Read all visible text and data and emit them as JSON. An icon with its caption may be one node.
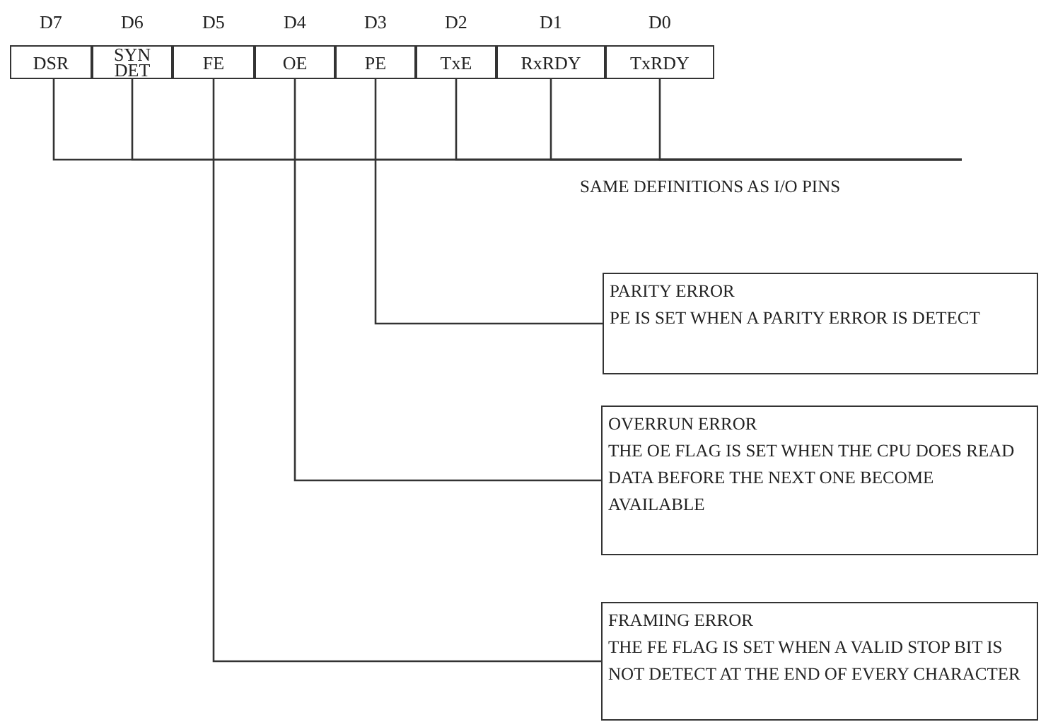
{
  "diagram": {
    "nodes": [
      {
        "text": [
          "DSR"
        ],
        "beside": [
          "D7"
        ]
      },
      {
        "text": [
          "SYN DET"
        ],
        "beside": [
          "D6"
        ]
      },
      {
        "text": [
          "FE"
        ],
        "beside": [
          "D5"
        ]
      },
      {
        "text": [
          "OE"
        ],
        "beside": [
          "D4"
        ]
      },
      {
        "text": [
          "PE"
        ],
        "beside": [
          "D3"
        ]
      },
      {
        "text": [
          "TxE"
        ],
        "beside": [
          "D2"
        ]
      },
      {
        "text": [
          "RxRDY"
        ],
        "beside": [
          "D1"
        ]
      },
      {
        "text": [
          "TxRDY"
        ],
        "beside": [
          "D0"
        ]
      },
      {
        "text": [
          "PARITY ERROR",
          "PE IS SET WHEN A PARITY ERROR IS DETECT"
        ]
      },
      {
        "text": [
          "OVERRUN ERROR",
          "THE OE FLAG IS SET WHEN THE CPU DOES READ DATA BEFORE THE NEXT ONE BECOME AVAILABLE"
        ]
      },
      {
        "text": [
          "FRAMING ERROR",
          "THE FE FLAG IS SET WHEN A VALID STOP BIT IS NOT DETECT AT THE END OF EVERY CHARACTER"
        ]
      }
    ],
    "edges": [
      {
        "from": 0,
        "to": null,
        "arrow": "none"
      },
      {
        "from": 1,
        "to": null,
        "arrow": "none"
      },
      {
        "from": 5,
        "to": null,
        "arrow": "none"
      },
      {
        "from": 6,
        "to": null,
        "arrow": "none"
      },
      {
        "from": 7,
        "to": null,
        "arrow": "none"
      },
      {
        "from": 4,
        "to": 8,
        "arrow": "none"
      },
      {
        "from": 3,
        "to": 9,
        "arrow": "none"
      },
      {
        "from": 2,
        "to": 10,
        "arrow": "none"
      }
    ],
    "labels": [
      "SAME DEFINITIONS AS I/O PINS"
    ]
  }
}
